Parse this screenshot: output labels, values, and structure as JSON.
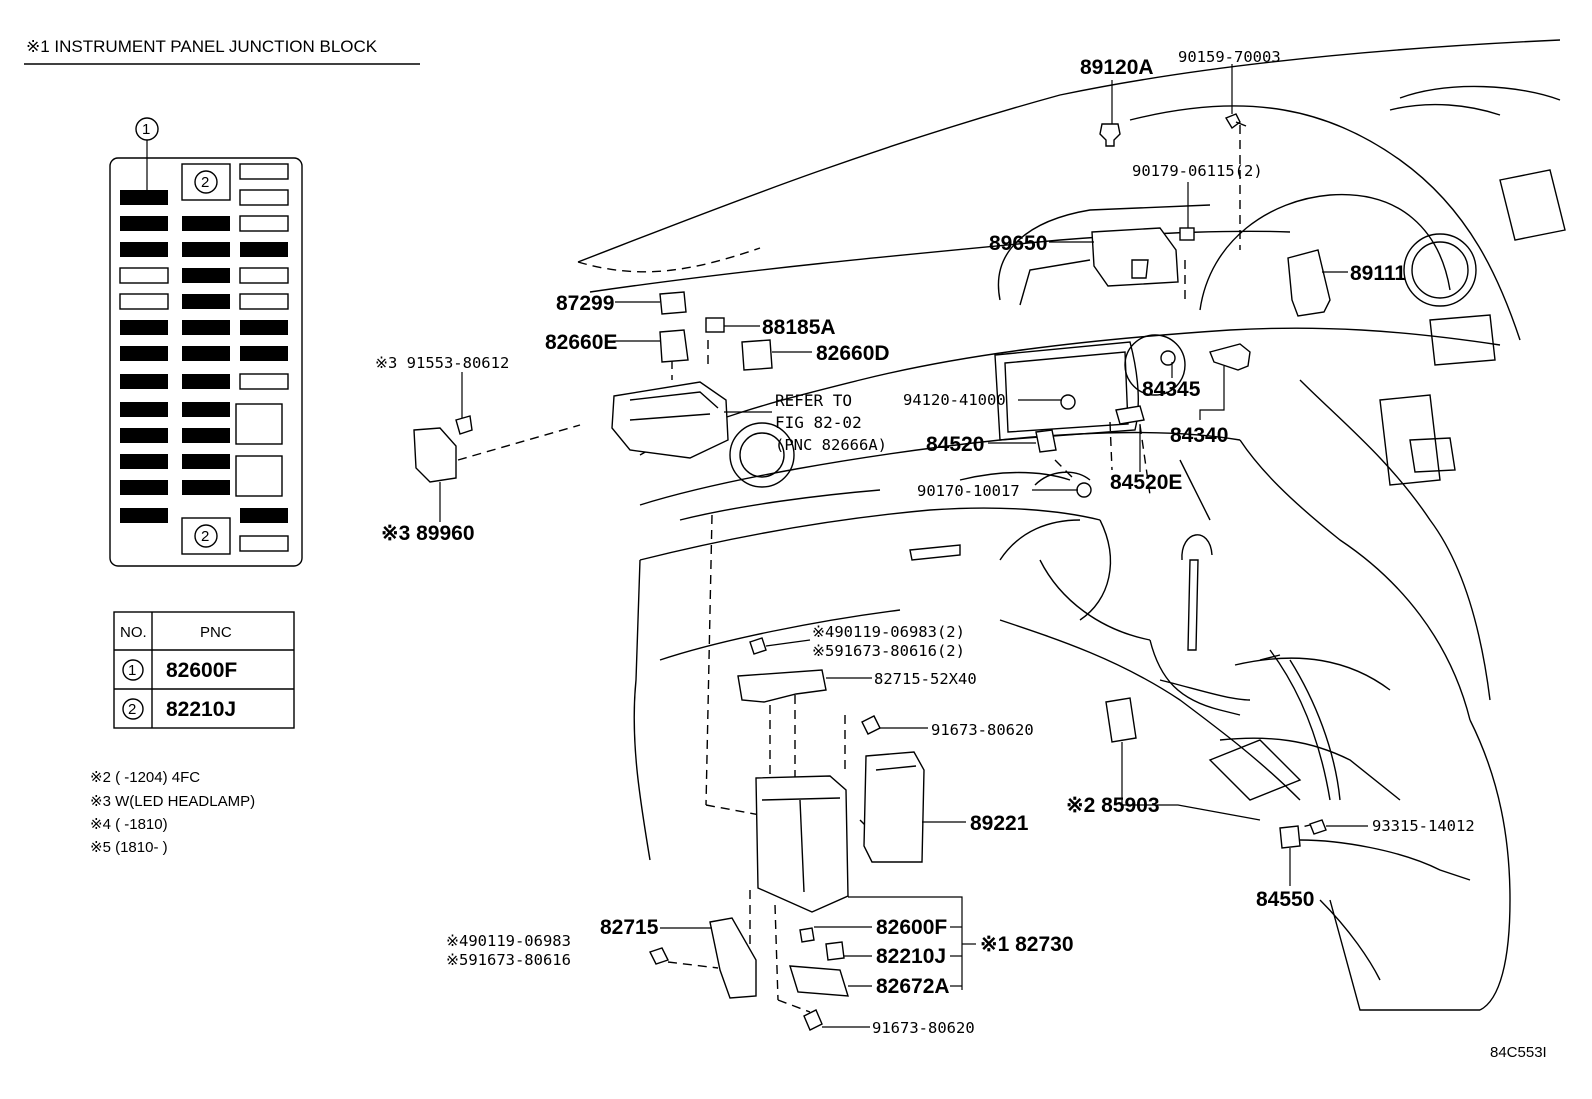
{
  "header": {
    "title": "※1 INSTRUMENT PANEL JUNCTION BLOCK"
  },
  "fuse_box": {
    "callout_top": "1",
    "callout_mid": "2",
    "callout_bottom": "2"
  },
  "pnc_table": {
    "header_no": "NO.",
    "header_pnc": "PNC",
    "rows": [
      {
        "no": "1",
        "pnc": "82600F"
      },
      {
        "no": "2",
        "pnc": "82210J"
      }
    ]
  },
  "notes": [
    "※2 (       -1204) 4FC",
    "※3  W(LED HEADLAMP)",
    "※4 (       -1810)",
    "※5 (1810-       )"
  ],
  "parts": {
    "p89120A": "89120A",
    "p90159": "90159-70003",
    "p90179": "90179-06115(2)",
    "p89650": "89650",
    "p89111": "89111",
    "p87299": "87299",
    "p88185A": "88185A",
    "p82660E": "82660E",
    "p82660D": "82660D",
    "p91553": "※3 91553-80612",
    "refer1": "REFER TO",
    "refer2": "FIG 82-02",
    "refer3": "(PNC 82666A)",
    "p94120": "94120-41000",
    "p84345": "84345",
    "p84520": "84520",
    "p84340": "84340",
    "p90170": "90170-10017",
    "p84520E": "84520E",
    "p89960": "※3 89960",
    "p490119x2": "※490119-06983(2)",
    "p591673x2": "※591673-80616(2)",
    "p82715_52X40": "82715-52X40",
    "p91673a": "91673-80620",
    "p89221": "89221",
    "p85903": "※2 85903",
    "p93315": "93315-14012",
    "p84550": "84550",
    "p82715": "82715",
    "p82600F": "82600F",
    "p82210J": "82210J",
    "p82672A": "82672A",
    "p82730": "※1 82730",
    "p490119": "※490119-06983",
    "p591673": "※591673-80616",
    "p91673b": "91673-80620"
  },
  "footer": {
    "code": "84C553I"
  }
}
